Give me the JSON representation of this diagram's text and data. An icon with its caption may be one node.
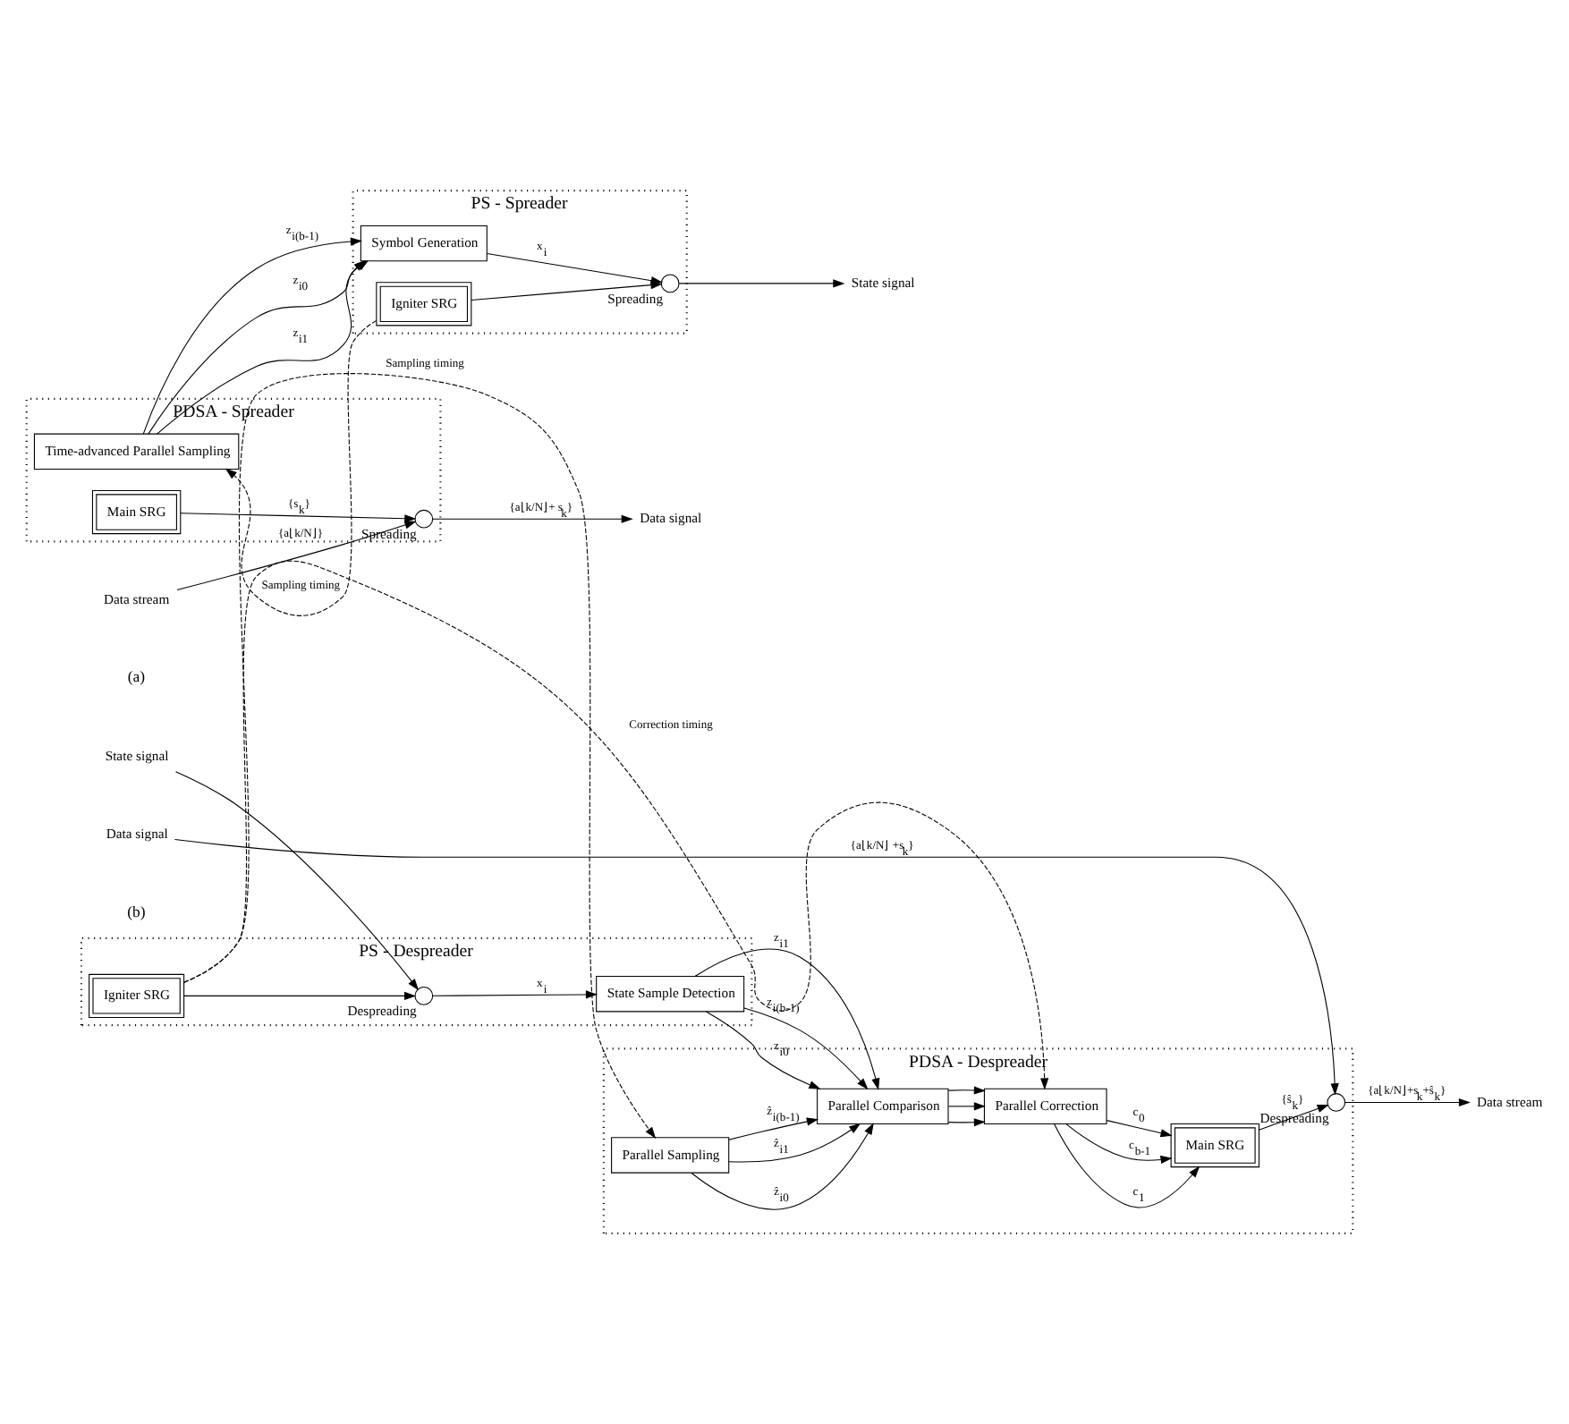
{
  "diagram": {
    "nodes": [
      {
        "text": [
          "PDSA - Spreader"
        ]
      },
      {
        "text": [
          "Main SRG"
        ],
        "in": 0
      },
      {
        "text": [
          "Time-advanced Parallel Sampling"
        ],
        "in": 0
      },
      {
        "text": [],
        "shape": "circle",
        "in": 0,
        "beside": [
          "Spreading"
        ]
      },
      {
        "text": [
          "PS - Spreader"
        ]
      },
      {
        "text": [
          "Symbol Generation"
        ],
        "in": 4
      },
      {
        "text": [],
        "shape": "circle",
        "in": 4,
        "beside": [
          "Spreading"
        ]
      },
      {
        "text": [
          "Igniter SRG"
        ],
        "in": 4
      },
      {
        "text": [
          "Data stream"
        ]
      },
      {
        "text": [
          "State signal"
        ]
      },
      {
        "text": [
          "Data signal"
        ]
      },
      {
        "text": [
          "PS - Despreader"
        ]
      },
      {
        "text": [],
        "shape": "circle",
        "in": 11,
        "beside": [
          "Despreading"
        ]
      },
      {
        "text": [
          "State Sample Detection"
        ],
        "in": 11
      },
      {
        "text": [
          "Igniter SRG"
        ],
        "in": 11
      },
      {
        "text": [
          "PDSA - Despreader"
        ]
      },
      {
        "text": [
          "Parallel Comparison"
        ],
        "in": 15
      },
      {
        "text": [
          "Parallel Correction"
        ],
        "in": 15
      },
      {
        "text": [
          "Parallel Sampling"
        ],
        "in": 15
      },
      {
        "text": [
          "Main SRG"
        ],
        "in": 15
      },
      {
        "text": [],
        "shape": "circle",
        "in": 15,
        "beside": [
          "Despreading"
        ]
      },
      {
        "text": [
          "State signal"
        ]
      },
      {
        "text": [
          "Data signal"
        ]
      },
      {
        "text": [
          "Data stream"
        ]
      }
    ],
    "edges": [
      {
        "from": 8,
        "to": 3,
        "arrow": "to",
        "label": "{a⌊k/N⌋}"
      },
      {
        "from": 1,
        "to": 3,
        "arrow": "to",
        "label": "{s$_{k}$}"
      },
      {
        "from": 2,
        "to": 5,
        "arrow": "to",
        "label": "z$_{i0}$"
      },
      {
        "from": 2,
        "to": 5,
        "arrow": "to",
        "label": "z$_{i1}$"
      },
      {
        "from": 2,
        "to": 5,
        "arrow": "to",
        "label": "z$_{i(b-1)}$"
      },
      {
        "from": 5,
        "to": 6,
        "arrow": "to",
        "label": "x$_{i}$"
      },
      {
        "from": 7,
        "to": 6,
        "arrow": "to"
      },
      {
        "from": 6,
        "to": 9,
        "arrow": "to"
      },
      {
        "from": 7,
        "to": 2,
        "arrow": "to",
        "style": "dashed",
        "label": "Sampling timing"
      },
      {
        "from": 3,
        "to": 10,
        "arrow": "to",
        "label": "{a⌊k/N⌋+ s$_{k}$}"
      },
      {
        "from": 21,
        "to": 12,
        "arrow": "to"
      },
      {
        "from": 14,
        "to": 12,
        "arrow": "to"
      },
      {
        "from": 12,
        "to": 13,
        "arrow": "to",
        "label": "x$_{i}$"
      },
      {
        "from": 13,
        "to": 16,
        "arrow": "to",
        "label": "z$_{i0}$"
      },
      {
        "from": 13,
        "to": 16,
        "arrow": "to",
        "label": "z$_{i1}$"
      },
      {
        "from": 13,
        "to": 16,
        "arrow": "to",
        "label": "z$_{i(b-1)}$"
      },
      {
        "from": 16,
        "to": 17,
        "arrow": "to"
      },
      {
        "from": 16,
        "to": 17,
        "arrow": "to"
      },
      {
        "from": 16,
        "to": 17,
        "arrow": "to"
      },
      {
        "from": 14,
        "to": 17,
        "arrow": "to",
        "style": "dashed",
        "label": "Correction timing"
      },
      {
        "from": 14,
        "to": 18,
        "arrow": "to",
        "style": "dashed",
        "label": "Sampling timing"
      },
      {
        "from": 18,
        "to": 16,
        "arrow": "to",
        "label": "ẑ$_{i0}$"
      },
      {
        "from": 18,
        "to": 16,
        "arrow": "to",
        "label": "ẑ$_{i1}$"
      },
      {
        "from": 18,
        "to": 16,
        "arrow": "to",
        "label": "ẑ$_{i(b-1)}$"
      },
      {
        "from": 17,
        "to": 19,
        "arrow": "to",
        "label": "c$_{0}$"
      },
      {
        "from": 17,
        "to": 19,
        "arrow": "to",
        "label": "c$_{1}$"
      },
      {
        "from": 17,
        "to": 19,
        "arrow": "to",
        "label": "c$_{b-1}$"
      },
      {
        "from": 19,
        "to": 20,
        "arrow": "to",
        "label": "{ŝ$_{k}$}"
      },
      {
        "from": 22,
        "to": 20,
        "arrow": "to",
        "label": "{a⌊k/N⌋ +s$_{k}$}"
      },
      {
        "from": 20,
        "to": 23,
        "arrow": "to",
        "label": "{a⌊k/N⌋+s$_{k}$+ŝ$_{k}$}"
      }
    ],
    "labels": [
      "(a)",
      "(b)"
    ]
  }
}
